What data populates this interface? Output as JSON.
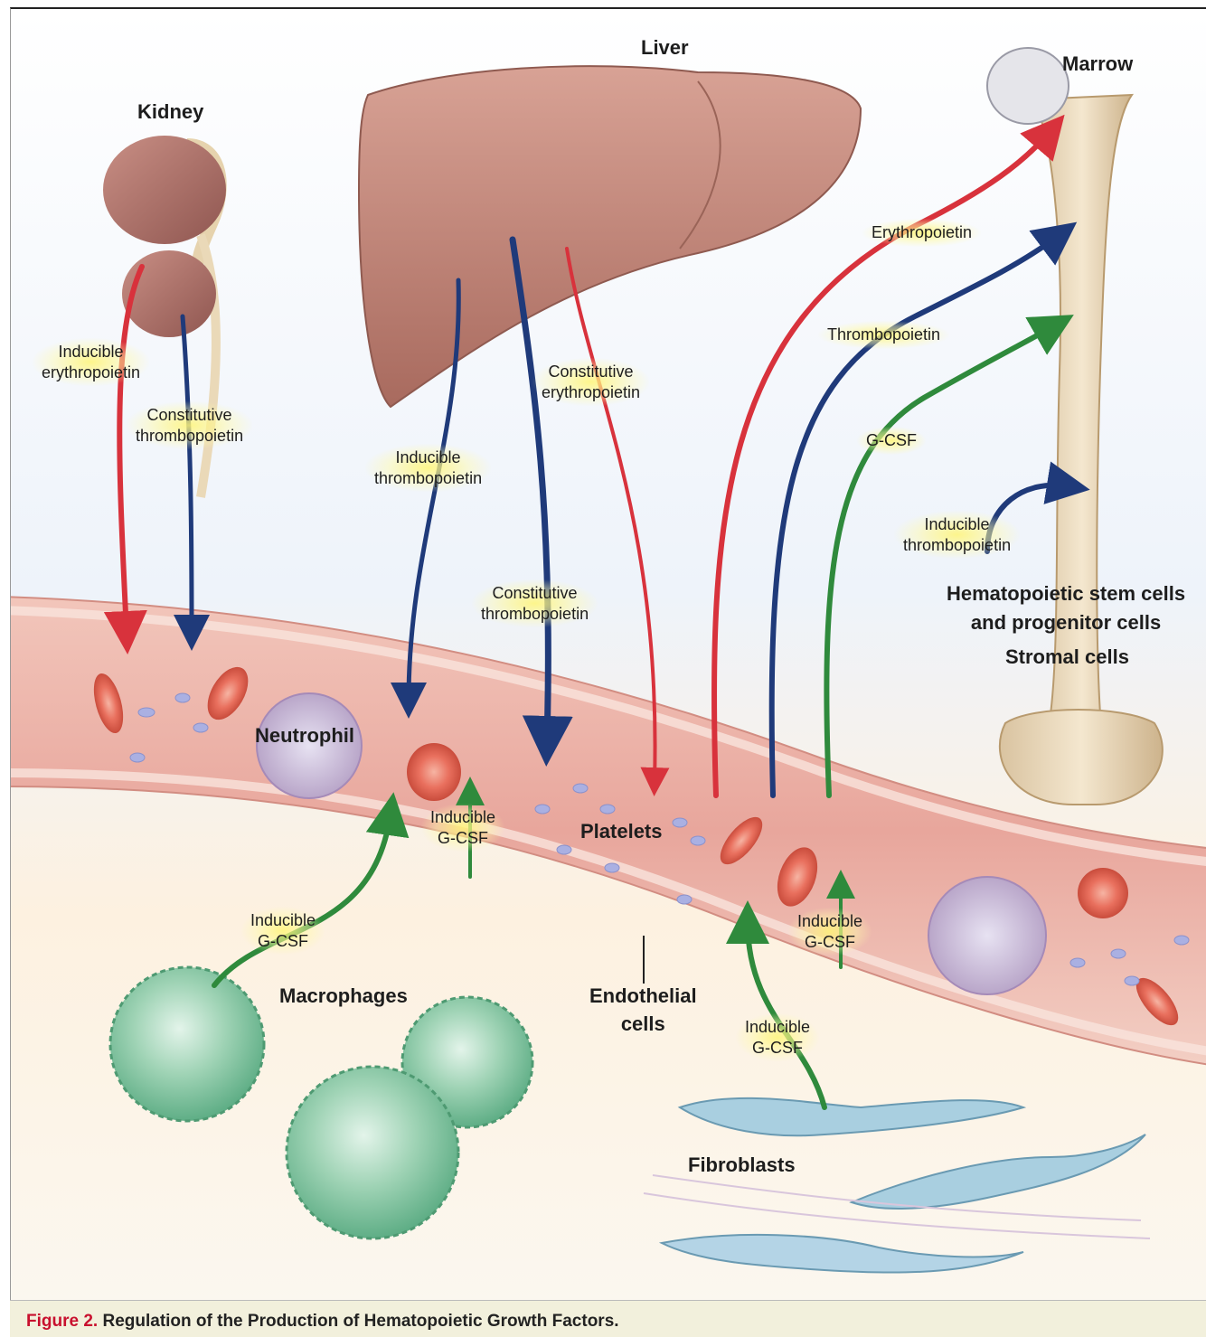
{
  "organs": {
    "kidney": "Kidney",
    "liver": "Liver",
    "marrow": "Marrow"
  },
  "labels": {
    "kidney_epo": [
      "Inducible",
      "erythropoietin"
    ],
    "kidney_tpo": [
      "Constitutive",
      "thrombopoietin"
    ],
    "liver_tpo_inducible": [
      "Inducible",
      "thrombopoietin"
    ],
    "liver_epo_constitutive": [
      "Constitutive",
      "erythropoietin"
    ],
    "liver_tpo_constitutive": [
      "Constitutive",
      "thrombopoietin"
    ],
    "erythropoietin": "Erythropoietin",
    "thrombopoietin": "Thrombopoietin",
    "gcsf": "G-CSF",
    "marrow_tpo_inducible": [
      "Inducible",
      "thrombopoietin"
    ],
    "gcsf_vessel_1": [
      "Inducible",
      "G-CSF"
    ],
    "gcsf_macrophage": [
      "Inducible",
      "G-CSF"
    ],
    "gcsf_vessel_2": [
      "Inducible",
      "G-CSF"
    ],
    "gcsf_fibroblast": [
      "Inducible",
      "G-CSF"
    ]
  },
  "cells": {
    "neutrophil": "Neutrophil",
    "platelets": "Platelets",
    "hsc": [
      "Hematopoietic stem cells",
      "and progenitor cells"
    ],
    "stromal": "Stromal cells",
    "macrophages": "Macrophages",
    "endothelial": [
      "Endothelial",
      "cells"
    ],
    "fibroblasts": "Fibroblasts"
  },
  "caption": {
    "number": "Figure 2.",
    "title": "Regulation of the Production of Hematopoietic Growth Factors."
  },
  "colors": {
    "erythropoietin_arrow": "#d8323c",
    "thrombopoietin_arrow": "#1f3a7a",
    "gcsf_arrow": "#2f8a3c",
    "highlight": "#fff27a",
    "caption_number": "#c8102e"
  }
}
